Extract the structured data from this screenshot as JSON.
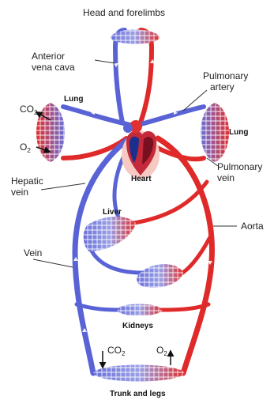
{
  "labels": {
    "head": "Head and forelimbs",
    "anterior_vena_cava_1": "Anterior",
    "anterior_vena_cava_2": "vena cava",
    "pulmonary_artery_1": "Pulmonary",
    "pulmonary_artery_2": "artery",
    "lung_left": "Lung",
    "lung_right": "Lung",
    "co2_top": "CO",
    "o2_top": "O",
    "heart": "Heart",
    "pulmonary_vein_1": "Pulmonary",
    "pulmonary_vein_2": "vein",
    "hepatic_vein_1": "Hepatic",
    "hepatic_vein_2": "vein",
    "liver": "Liver",
    "aorta": "Aorta",
    "vein": "Vein",
    "kidneys": "Kidneys",
    "co2_bottom": "CO",
    "o2_bottom": "O",
    "trunk": "Trunk and legs",
    "sub2": "2"
  },
  "colors": {
    "oxygenated": "#e02a2a",
    "deoxygenated": "#5a63d6",
    "heart_body": "#c42a3a",
    "heart_fill": "#1b2f8c"
  }
}
